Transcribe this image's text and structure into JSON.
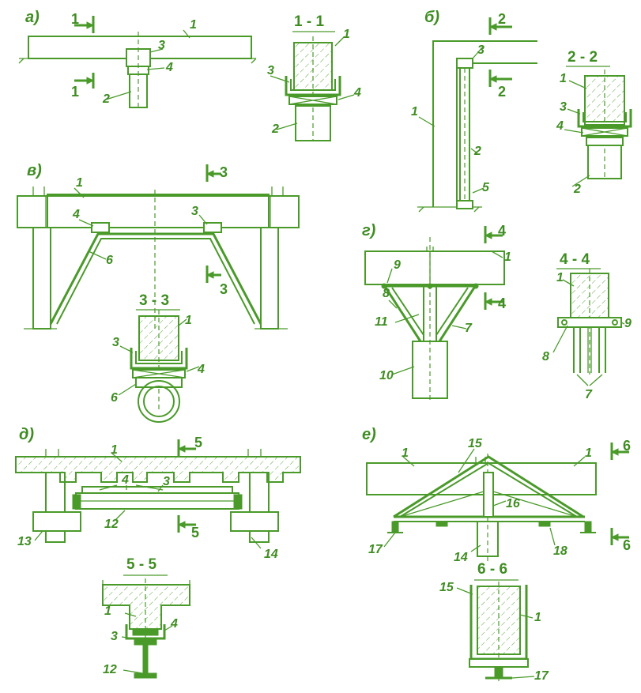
{
  "panels": {
    "a": {
      "letter": "а)",
      "section_title": "1 - 1",
      "cut": "1",
      "labels": {
        "beam": "1",
        "post": "2",
        "cap": "3",
        "wedge": "4"
      }
    },
    "b": {
      "letter": "б)",
      "section_title": "2 - 2",
      "cut": "2",
      "labels": {
        "beam": "1",
        "post": "2",
        "cap": "3",
        "wedge": "4",
        "base": "5"
      }
    },
    "v": {
      "letter": "в)",
      "section_title": "3 - 3",
      "cut": "3",
      "labels": {
        "beam": "1",
        "cap": "3",
        "wedge": "4",
        "strut": "6"
      }
    },
    "g": {
      "letter": "г)",
      "section_title": "4 - 4",
      "cut": "4",
      "labels": {
        "beam": "1",
        "brace": "7",
        "brace_b": "8",
        "bar": "9",
        "column": "10",
        "head": "11"
      }
    },
    "d": {
      "letter": "д)",
      "section_title": "5 - 5",
      "cut": "5",
      "labels": {
        "slab": "1",
        "cap": "3",
        "wedges": "4",
        "girder": "12",
        "support_l": "13",
        "support_r": "14"
      }
    },
    "e": {
      "letter": "е)",
      "section_title": "6 - 6",
      "cut": "6",
      "labels": {
        "beam": "1",
        "column": "14",
        "truss": "15",
        "hanger": "16",
        "bolt": "17",
        "pad": "18"
      }
    }
  },
  "colors": {
    "line": "#4a9a2a",
    "text": "#3f8d22",
    "background": "#ffffff"
  }
}
